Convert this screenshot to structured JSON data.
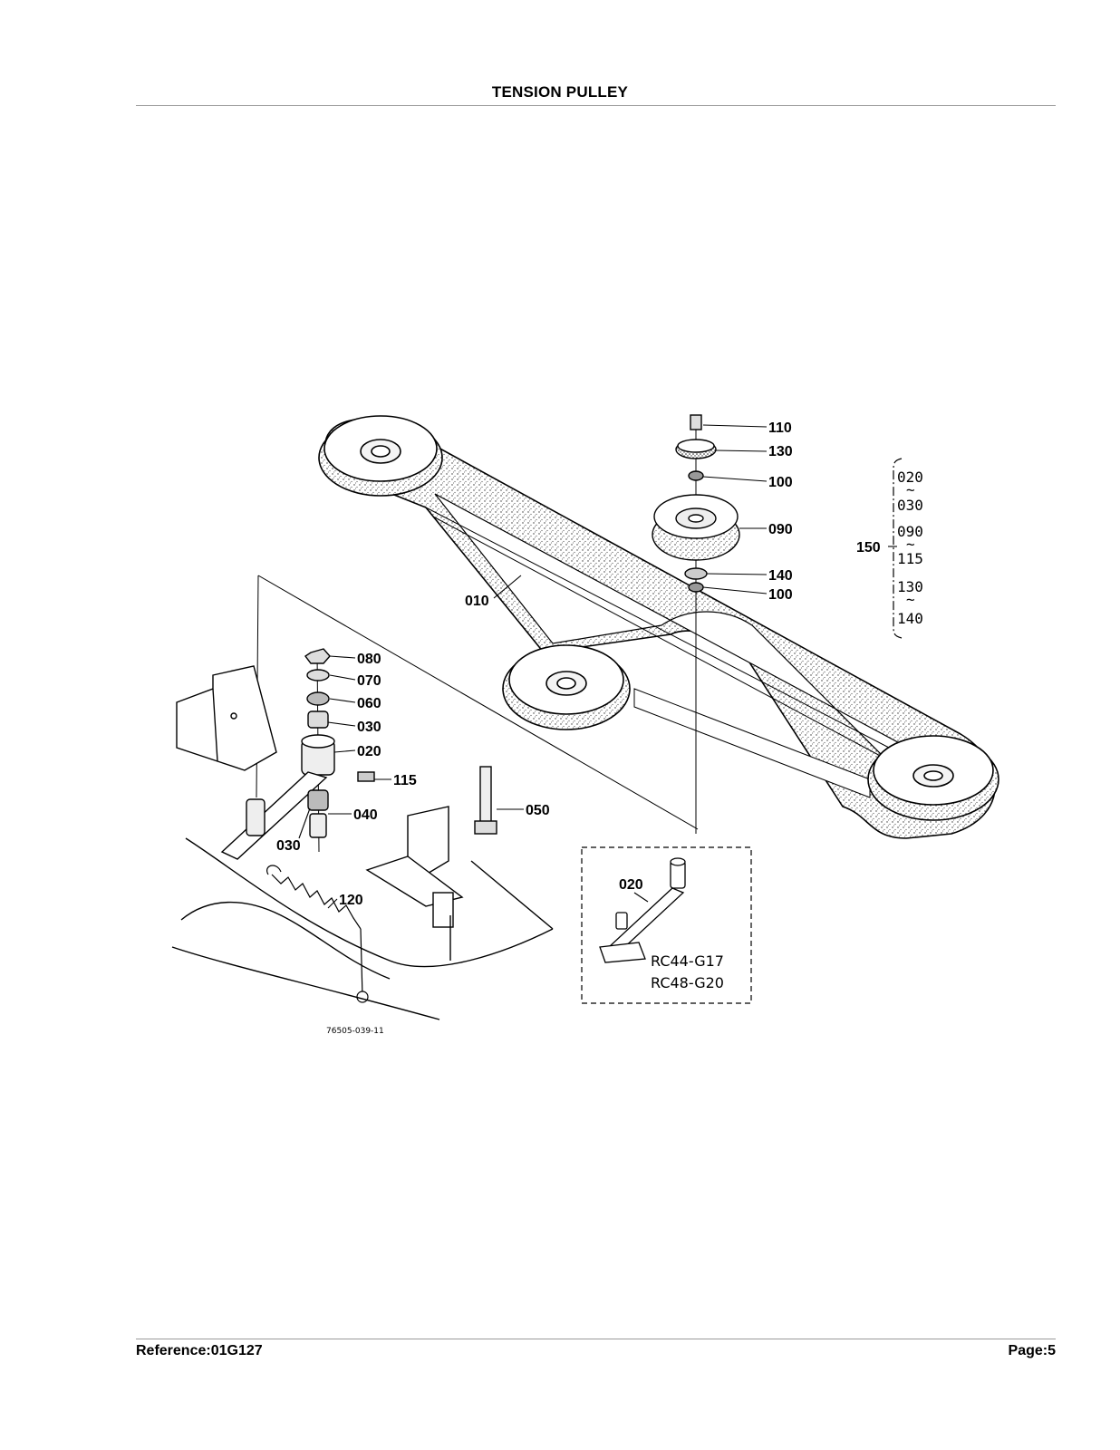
{
  "page": {
    "title": "TENSION PULLEY",
    "reference": "Reference:01G127",
    "page_number": "Page:5"
  },
  "diagram": {
    "figure_code": "76505-039-11",
    "callouts": {
      "c110": "110",
      "c130": "130",
      "c100a": "100",
      "c090": "090",
      "c140": "140",
      "c100b": "100",
      "c010": "010",
      "c080": "080",
      "c070": "070",
      "c060": "060",
      "c030a": "030",
      "c020": "020",
      "c115": "115",
      "c040": "040",
      "c030b": "030",
      "c050": "050",
      "c120": "120"
    },
    "kit": {
      "label": "150",
      "items": [
        "020",
        "030",
        "090",
        "115",
        "130",
        "140"
      ]
    },
    "inset": {
      "callout": "020",
      "models": [
        "RC44-G17",
        "RC48-G20"
      ]
    }
  }
}
